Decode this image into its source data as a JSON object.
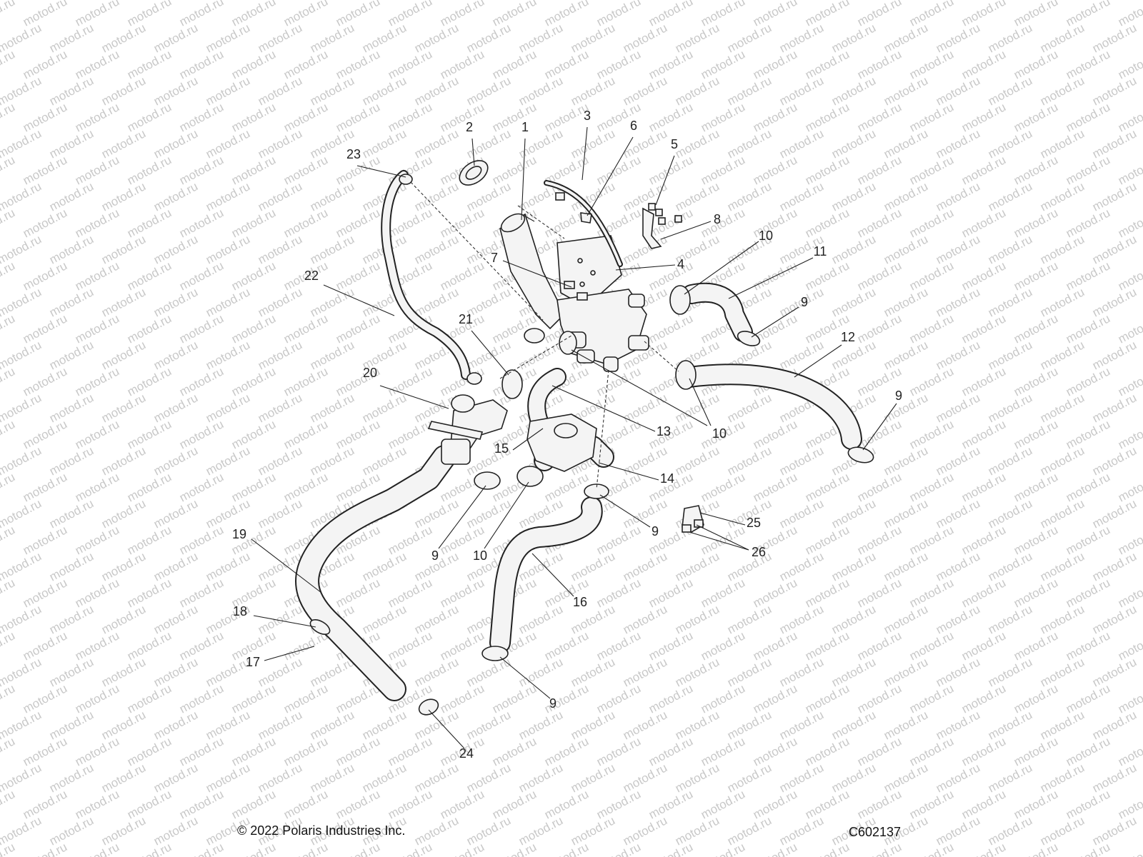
{
  "watermark": {
    "text": "motod.ru",
    "color": "#c8c8c8"
  },
  "callouts": [
    {
      "id": "c1",
      "text": "1"
    },
    {
      "id": "c2",
      "text": "2"
    },
    {
      "id": "c3",
      "text": "3"
    },
    {
      "id": "c4",
      "text": "4"
    },
    {
      "id": "c5",
      "text": "5"
    },
    {
      "id": "c6",
      "text": "6"
    },
    {
      "id": "c7",
      "text": "7"
    },
    {
      "id": "c8",
      "text": "8"
    },
    {
      "id": "c9a",
      "text": "9"
    },
    {
      "id": "c9b",
      "text": "9"
    },
    {
      "id": "c9c",
      "text": "9"
    },
    {
      "id": "c9d",
      "text": "9"
    },
    {
      "id": "c9e",
      "text": "9"
    },
    {
      "id": "c10a",
      "text": "10"
    },
    {
      "id": "c10b",
      "text": "10"
    },
    {
      "id": "c10c",
      "text": "10"
    },
    {
      "id": "c11",
      "text": "11"
    },
    {
      "id": "c12",
      "text": "12"
    },
    {
      "id": "c13",
      "text": "13"
    },
    {
      "id": "c14",
      "text": "14"
    },
    {
      "id": "c15",
      "text": "15"
    },
    {
      "id": "c16",
      "text": "16"
    },
    {
      "id": "c17",
      "text": "17"
    },
    {
      "id": "c18",
      "text": "18"
    },
    {
      "id": "c19",
      "text": "19"
    },
    {
      "id": "c20",
      "text": "20"
    },
    {
      "id": "c21",
      "text": "21"
    },
    {
      "id": "c22",
      "text": "22"
    },
    {
      "id": "c23",
      "text": "23"
    },
    {
      "id": "c24",
      "text": "24"
    },
    {
      "id": "c25",
      "text": "25"
    },
    {
      "id": "c26",
      "text": "26"
    }
  ],
  "footer": {
    "copyright": "© 2022 Polaris Industries Inc.",
    "figure_code": "C602137"
  }
}
